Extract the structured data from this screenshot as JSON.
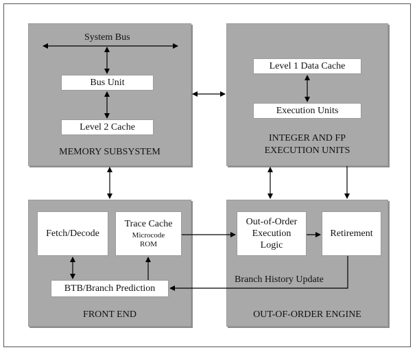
{
  "memory_subsystem": {
    "title": "MEMORY SUBSYSTEM",
    "system_bus_label": "System Bus",
    "bus_unit": "Bus Unit",
    "level2_cache": "Level 2 Cache"
  },
  "execution_units_block": {
    "title_line1": "INTEGER AND FP",
    "title_line2": "EXECUTION UNITS",
    "level1_data_cache": "Level 1 Data Cache",
    "execution_units": "Execution Units"
  },
  "front_end": {
    "title": "FRONT END",
    "fetch_decode": "Fetch/Decode",
    "trace_cache": "Trace Cache",
    "microcode_line1": "Microcode",
    "microcode_line2": "ROM",
    "btb": "BTB/Branch Prediction"
  },
  "out_of_order_engine": {
    "title": "OUT-OF-ORDER ENGINE",
    "ooo_line1": "Out-of-Order",
    "ooo_line2": "Execution",
    "ooo_line3": "Logic",
    "retirement": "Retirement",
    "branch_history_update": "Branch History Update"
  },
  "colors": {
    "block": "#a9a9a9",
    "box": "#ffffff",
    "line": "#000000"
  }
}
